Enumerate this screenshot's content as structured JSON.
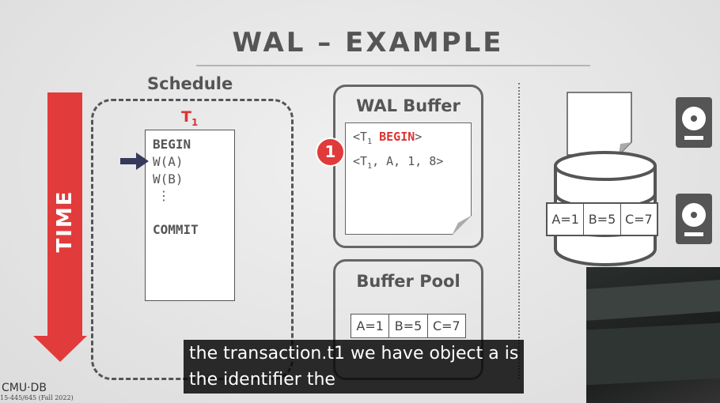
{
  "slide": {
    "title": "WAL – EXAMPLE",
    "time_label": "TIME",
    "schedule": {
      "label": "Schedule",
      "txn_name": "T",
      "txn_sub": "1",
      "ops": [
        "BEGIN",
        "W(A)",
        "W(B)",
        "⋮",
        "COMMIT"
      ],
      "current_op": "W(A)"
    },
    "wal_buffer": {
      "title": "WAL Buffer",
      "entries": [
        {
          "prefix": "<T",
          "sub": "1",
          "body": " ",
          "keyword": "BEGIN",
          "suffix": ">"
        },
        {
          "prefix": "<T",
          "sub": "1",
          "body": ", A, 1, 8>"
        }
      ],
      "step_badge": "1"
    },
    "buffer_pool": {
      "title": "Buffer Pool",
      "cells": [
        "A=1",
        "B=5",
        "C=7"
      ]
    },
    "disk": {
      "cells": [
        "A=1",
        "B=5",
        "C=7"
      ]
    },
    "footer": {
      "logo": "CMU·DB",
      "course": "15-445/645 (Fall 2022)"
    }
  },
  "caption": {
    "line1": "the transaction.t1 we have object a is",
    "line2": "the identifier the"
  },
  "colors": {
    "accent": "#e03a3a",
    "arrow": "#353a5a"
  }
}
